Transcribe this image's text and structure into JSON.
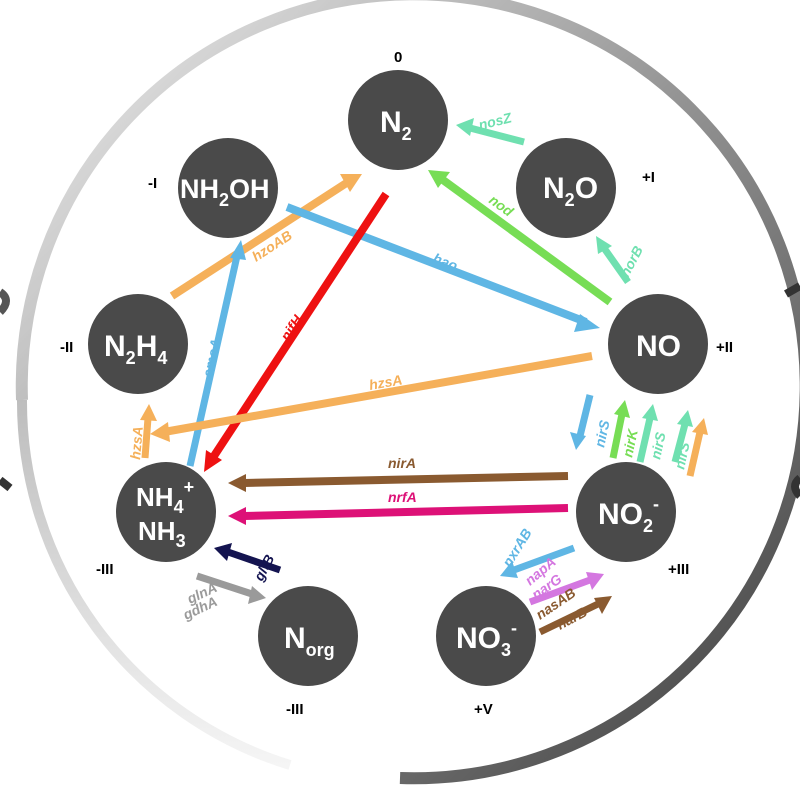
{
  "colors": {
    "node_fill": "#4a4a4a",
    "hzo": "#f5b05a",
    "hao": "#5fb6e4",
    "nif": "#ee1111",
    "nos": "#6fe0b0",
    "nod": "#77dd55",
    "nor": "#6fe0b0",
    "nir_blue": "#5fb6e4",
    "nir_green": "#77dd55",
    "nir_mint": "#6fe0b0",
    "nir_orange": "#f5b05a",
    "brown": "#8a5a30",
    "magenta": "#dd1177",
    "navy": "#141450",
    "gray": "#9a9a9a",
    "purple": "#d477e0"
  },
  "nodes": {
    "n2": {
      "base": "N",
      "sub": "2",
      "ox": "0"
    },
    "n2o": {
      "base1": "N",
      "sub": "2",
      "base2": "O",
      "ox": "+I"
    },
    "no": {
      "base": "NO",
      "ox": "+II"
    },
    "no2": {
      "base": "NO",
      "sub": "2",
      "sup": "-",
      "ox": "+III"
    },
    "no3": {
      "base": "NO",
      "sub": "3",
      "sup": "-",
      "ox": "+V"
    },
    "norg": {
      "base": "N",
      "sub": "org",
      "ox": "-III"
    },
    "nh4": {
      "line1_base": "NH",
      "line1_sub": "4",
      "line1_sup": "+",
      "line2_base": "NH",
      "line2_sub": "3",
      "ox": "-III"
    },
    "n2h4": {
      "base1": "N",
      "sub1": "2",
      "base2": "H",
      "sub2": "4",
      "ox": "-II"
    },
    "nh2oh": {
      "base1": "NH",
      "sub": "2",
      "base2": "OH",
      "ox": "-I"
    }
  },
  "genes": {
    "nosZ": "nosZ",
    "nod": "nod",
    "norB": "norB",
    "hao": "hao",
    "hzoAB": "hzoAB",
    "nifH": "nifH",
    "amoA": "amoA",
    "hzsA_long": "hzsA",
    "hzsA_short": "hzsA",
    "nirS1": "nirS",
    "nirK": "nirK",
    "nirS2": "nirS",
    "nirS3": "nirS",
    "nirA": "nirA",
    "nrfA": "nrfA",
    "gltB": "gltB",
    "glnA": "glnA",
    "gdhA": "gdhA",
    "nxrAB": "nxrAB",
    "napA": "napA",
    "narG": "narG",
    "nasAB": "nasAB",
    "narB": "narB"
  }
}
